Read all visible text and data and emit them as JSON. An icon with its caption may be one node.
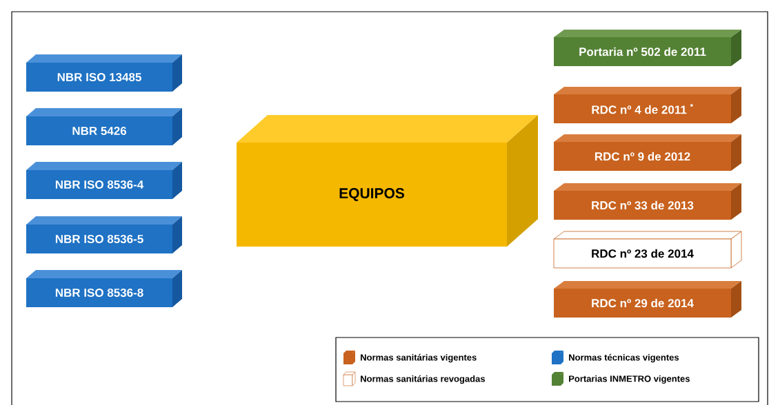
{
  "diagram": {
    "nodes": [
      {
        "text": [
          "NBR ISO 13485"
        ]
      },
      {
        "text": [
          "NBR 5426"
        ]
      },
      {
        "text": [
          "NBR ISO 8536-4"
        ]
      },
      {
        "text": [
          "NBR ISO 8536-5"
        ]
      },
      {
        "text": [
          "NBR ISO 8536-8"
        ]
      },
      {
        "text": [
          "EQUIPOS"
        ]
      },
      {
        "text": [
          "Portaria nº 502 de 2011"
        ]
      },
      {
        "text": [
          "RDC nº 4 de 2011 $^{*}$"
        ]
      },
      {
        "text": [
          "RDC nº 9 de 2012"
        ]
      },
      {
        "text": [
          "RDC nº 33 de 2013"
        ]
      },
      {
        "text": [
          "RDC nº 23 de 2014"
        ]
      },
      {
        "text": [
          "RDC nº 29 de 2014"
        ]
      }
    ],
    "legend": [
      {
        "text": "Normas sanitárias vigentes",
        "color": "#c8621e"
      },
      {
        "text": "Normas técnicas vigentes",
        "color": "#1f72c4"
      },
      {
        "text": "Normas sanitárias revogadas"
      },
      {
        "text": "Portarias INMETRO vigentes",
        "color": "#548235"
      }
    ]
  }
}
